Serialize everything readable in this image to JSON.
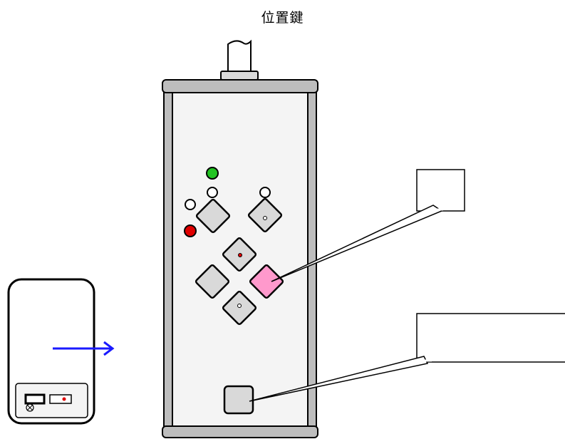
{
  "diagram": {
    "title": "位置鍵",
    "colors": {
      "background": "#ffffff",
      "outline": "#000000",
      "panel": "#f4f4f4",
      "rail": "#bdbdbd",
      "button": "#d9d9d9",
      "highlight_button": "#ff99cc",
      "led_green": "#22c322",
      "led_red": "#e00000",
      "led_off": "#ffffff",
      "arrow": "#1a1aff"
    },
    "callouts": [
      {
        "target": "highlighted-diamond-button",
        "text": ""
      },
      {
        "target": "bottom-square-button",
        "text": ""
      }
    ]
  }
}
